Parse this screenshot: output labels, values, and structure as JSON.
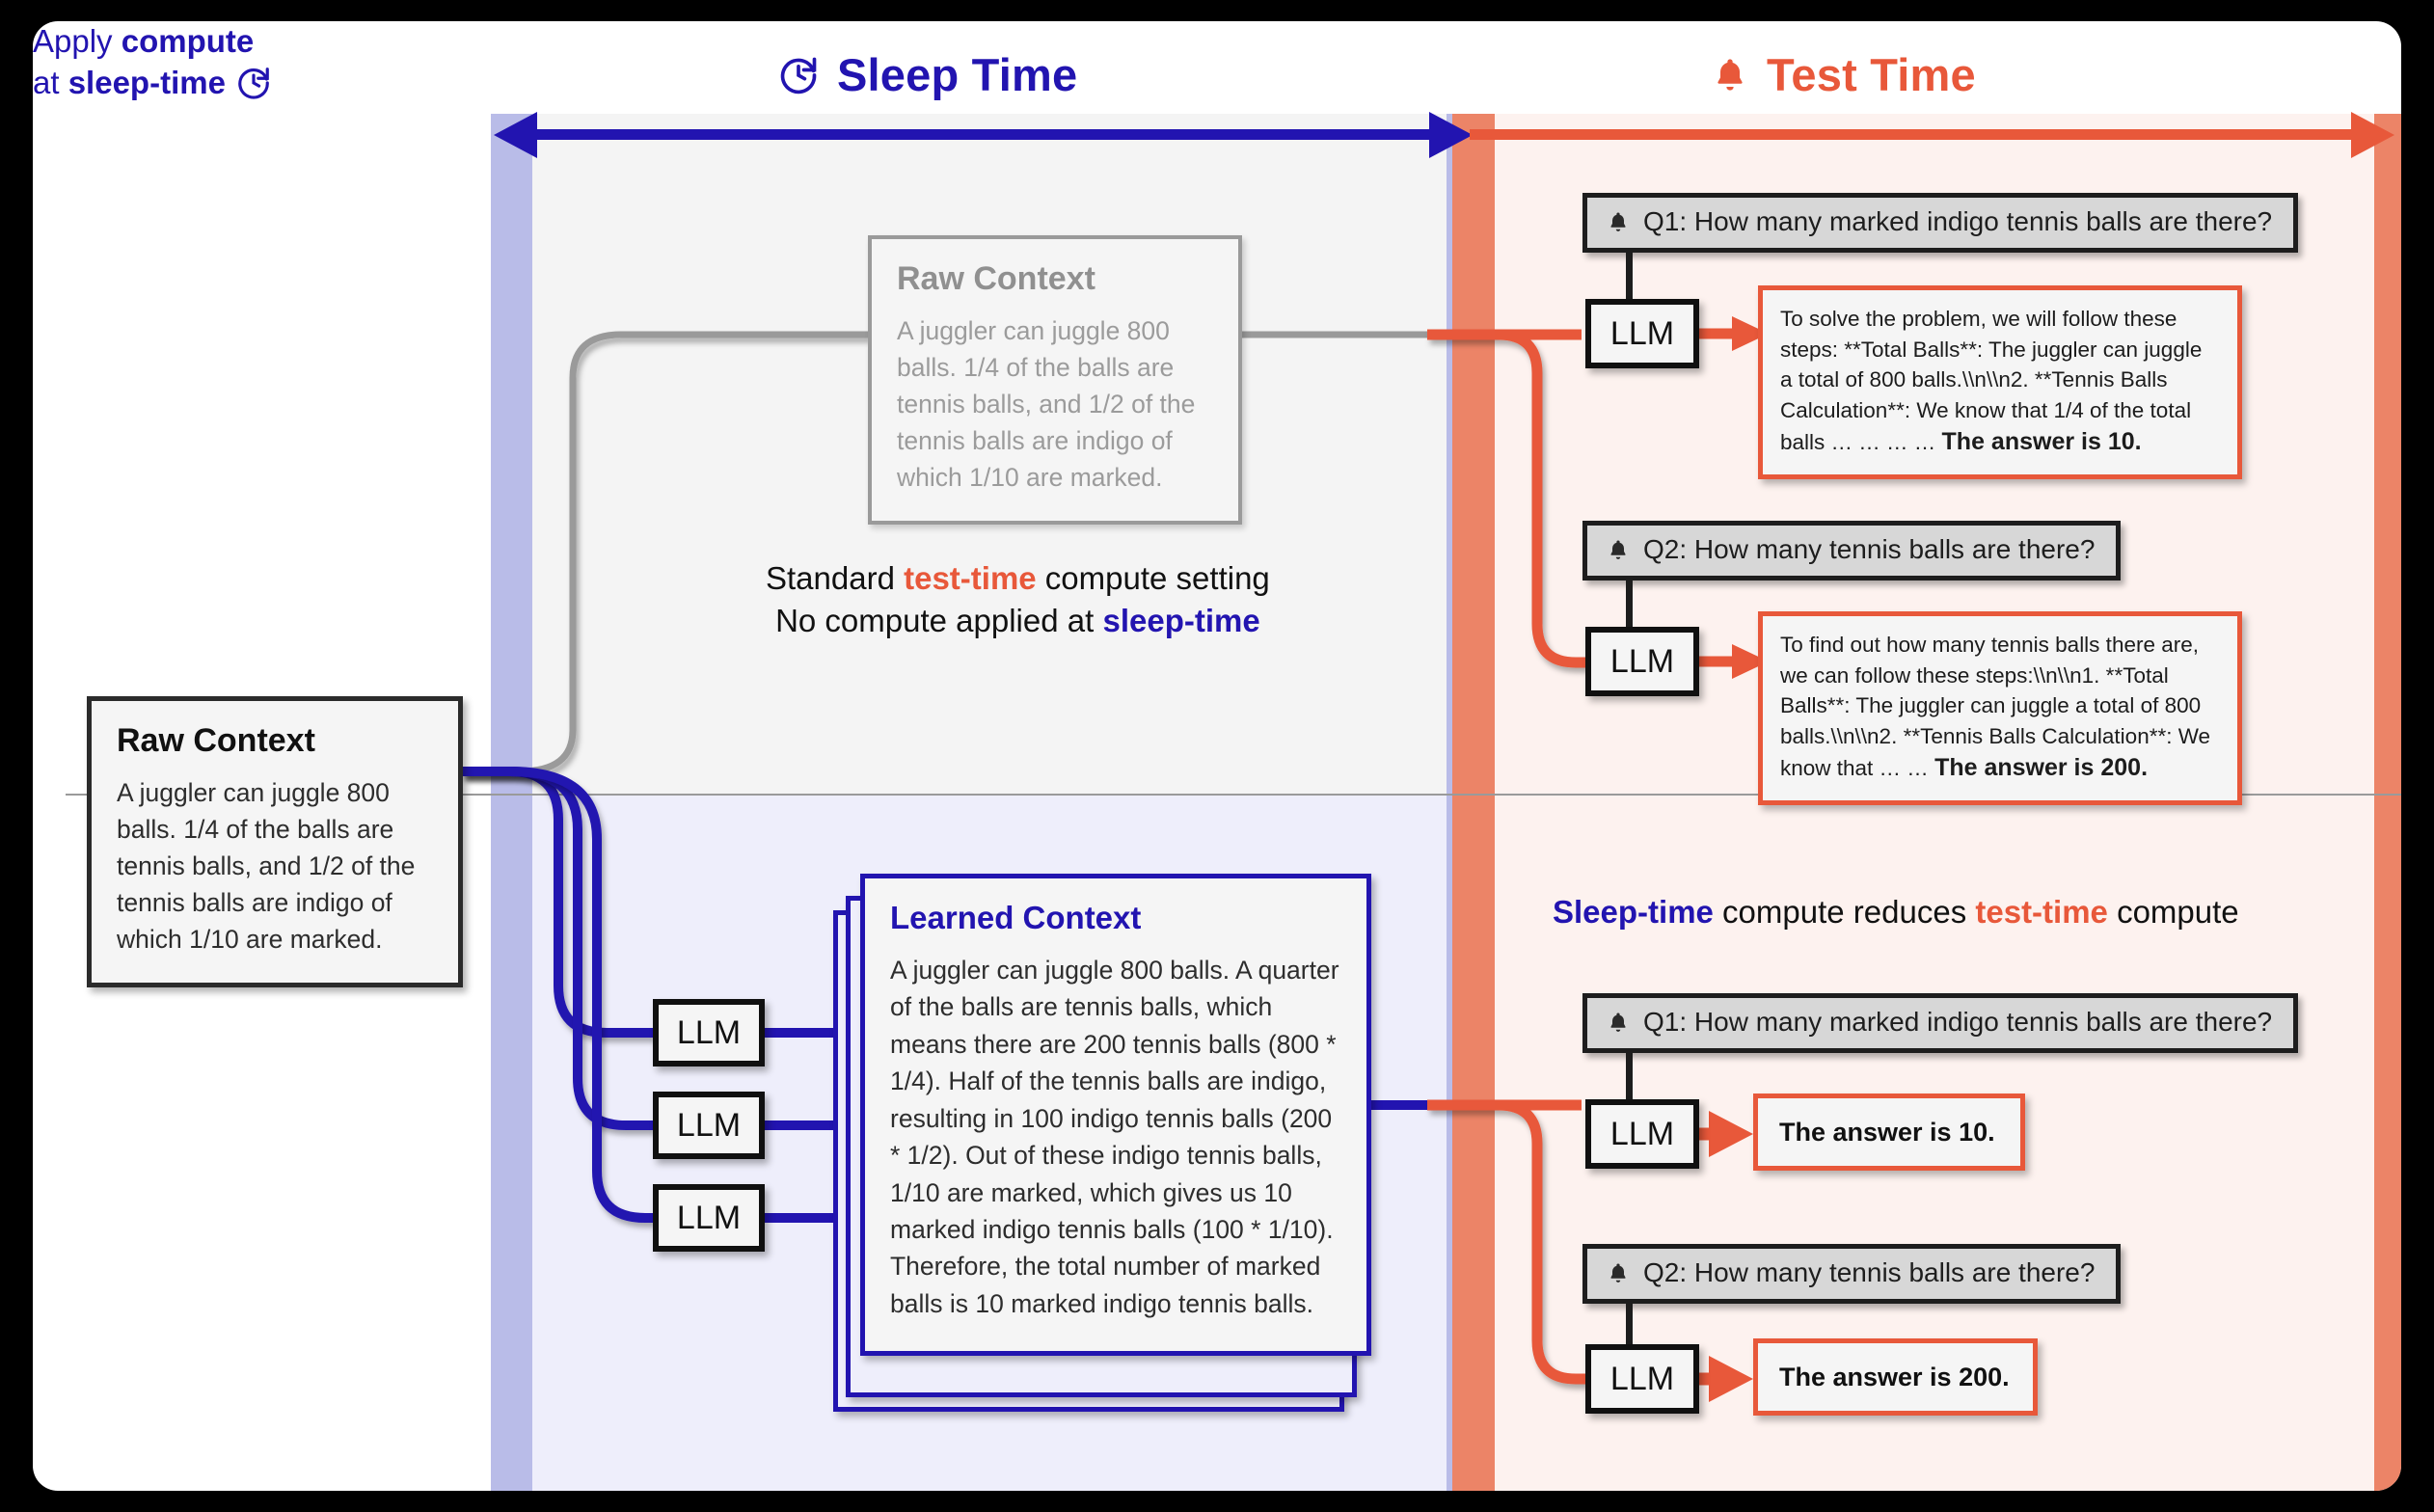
{
  "phases": {
    "sleep": {
      "label": "Sleep Time",
      "icon": "clock-refresh-icon",
      "color": "#2214b0"
    },
    "test": {
      "label": "Test Time",
      "icon": "bell-icon",
      "color": "#e8583a"
    }
  },
  "raw_context_left": {
    "title": "Raw Context",
    "body": "A juggler can juggle 800 balls. 1/4 of the balls are tennis balls, and 1/2 of the tennis balls are indigo of which 1/10 are marked."
  },
  "raw_context_top": {
    "title": "Raw Context",
    "body": "A juggler can juggle 800 balls. 1/4 of the balls are tennis balls, and 1/2 of the tennis balls are indigo of which 1/10 are marked."
  },
  "learned_context": {
    "title": "Learned Context",
    "body": "A juggler can juggle 800 balls. A quarter of the balls are tennis balls, which means there are 200 tennis balls (800 * 1/4). Half of the tennis balls are indigo, resulting in 100 indigo tennis balls (200 * 1/2). Out of these indigo tennis balls, 1/10 are marked, which gives us 10 marked indigo tennis balls (100 * 1/10). Therefore, the total number of marked balls is 10 marked indigo tennis balls."
  },
  "captions": {
    "standard_line1_a": "Standard ",
    "standard_line1_b": "test-time",
    "standard_line1_c": " compute setting",
    "standard_line2_a": "No compute applied at ",
    "standard_line2_b": "sleep-time",
    "reduce_a": "Sleep-time",
    "reduce_b": " compute reduces ",
    "reduce_c": "test-time",
    "reduce_d": " compute",
    "apply_line1_a": "Apply ",
    "apply_line1_b": "compute",
    "apply_line2_a": "at ",
    "apply_line2_b": "sleep-time"
  },
  "llm_label": "LLM",
  "questions": {
    "q1": "Q1: How many marked indigo tennis balls are there?",
    "q2": "Q2: How many tennis balls are there?"
  },
  "answers": {
    "top_q1_pre": "To solve the problem, we will follow these steps:  **Total Balls**: The juggler can juggle a total of 800 balls.\\\\n\\\\n2. **Tennis Balls Calculation**: We know that 1/4 of the total balls … … … … ",
    "top_q1_bold": "The answer is 10.",
    "top_q2_pre": "To find out how many tennis balls there are, we can follow these steps:\\\\n\\\\n1. **Total Balls**: The juggler can juggle a total of 800 balls.\\\\n\\\\n2. **Tennis Balls Calculation**: We know that … … ",
    "top_q2_bold": "The answer is 200.",
    "bottom_q1": "The answer is 10.",
    "bottom_q2": "The answer is 200."
  },
  "colors": {
    "sleep_blue": "#2214b0",
    "test_orange": "#e8583a",
    "sleep_band": "#b9bce8",
    "test_band": "#ec8467",
    "sleep_fill": "#eeeefb",
    "test_fill": "#fdf2ef",
    "grey_fill": "#f4f4f4"
  }
}
